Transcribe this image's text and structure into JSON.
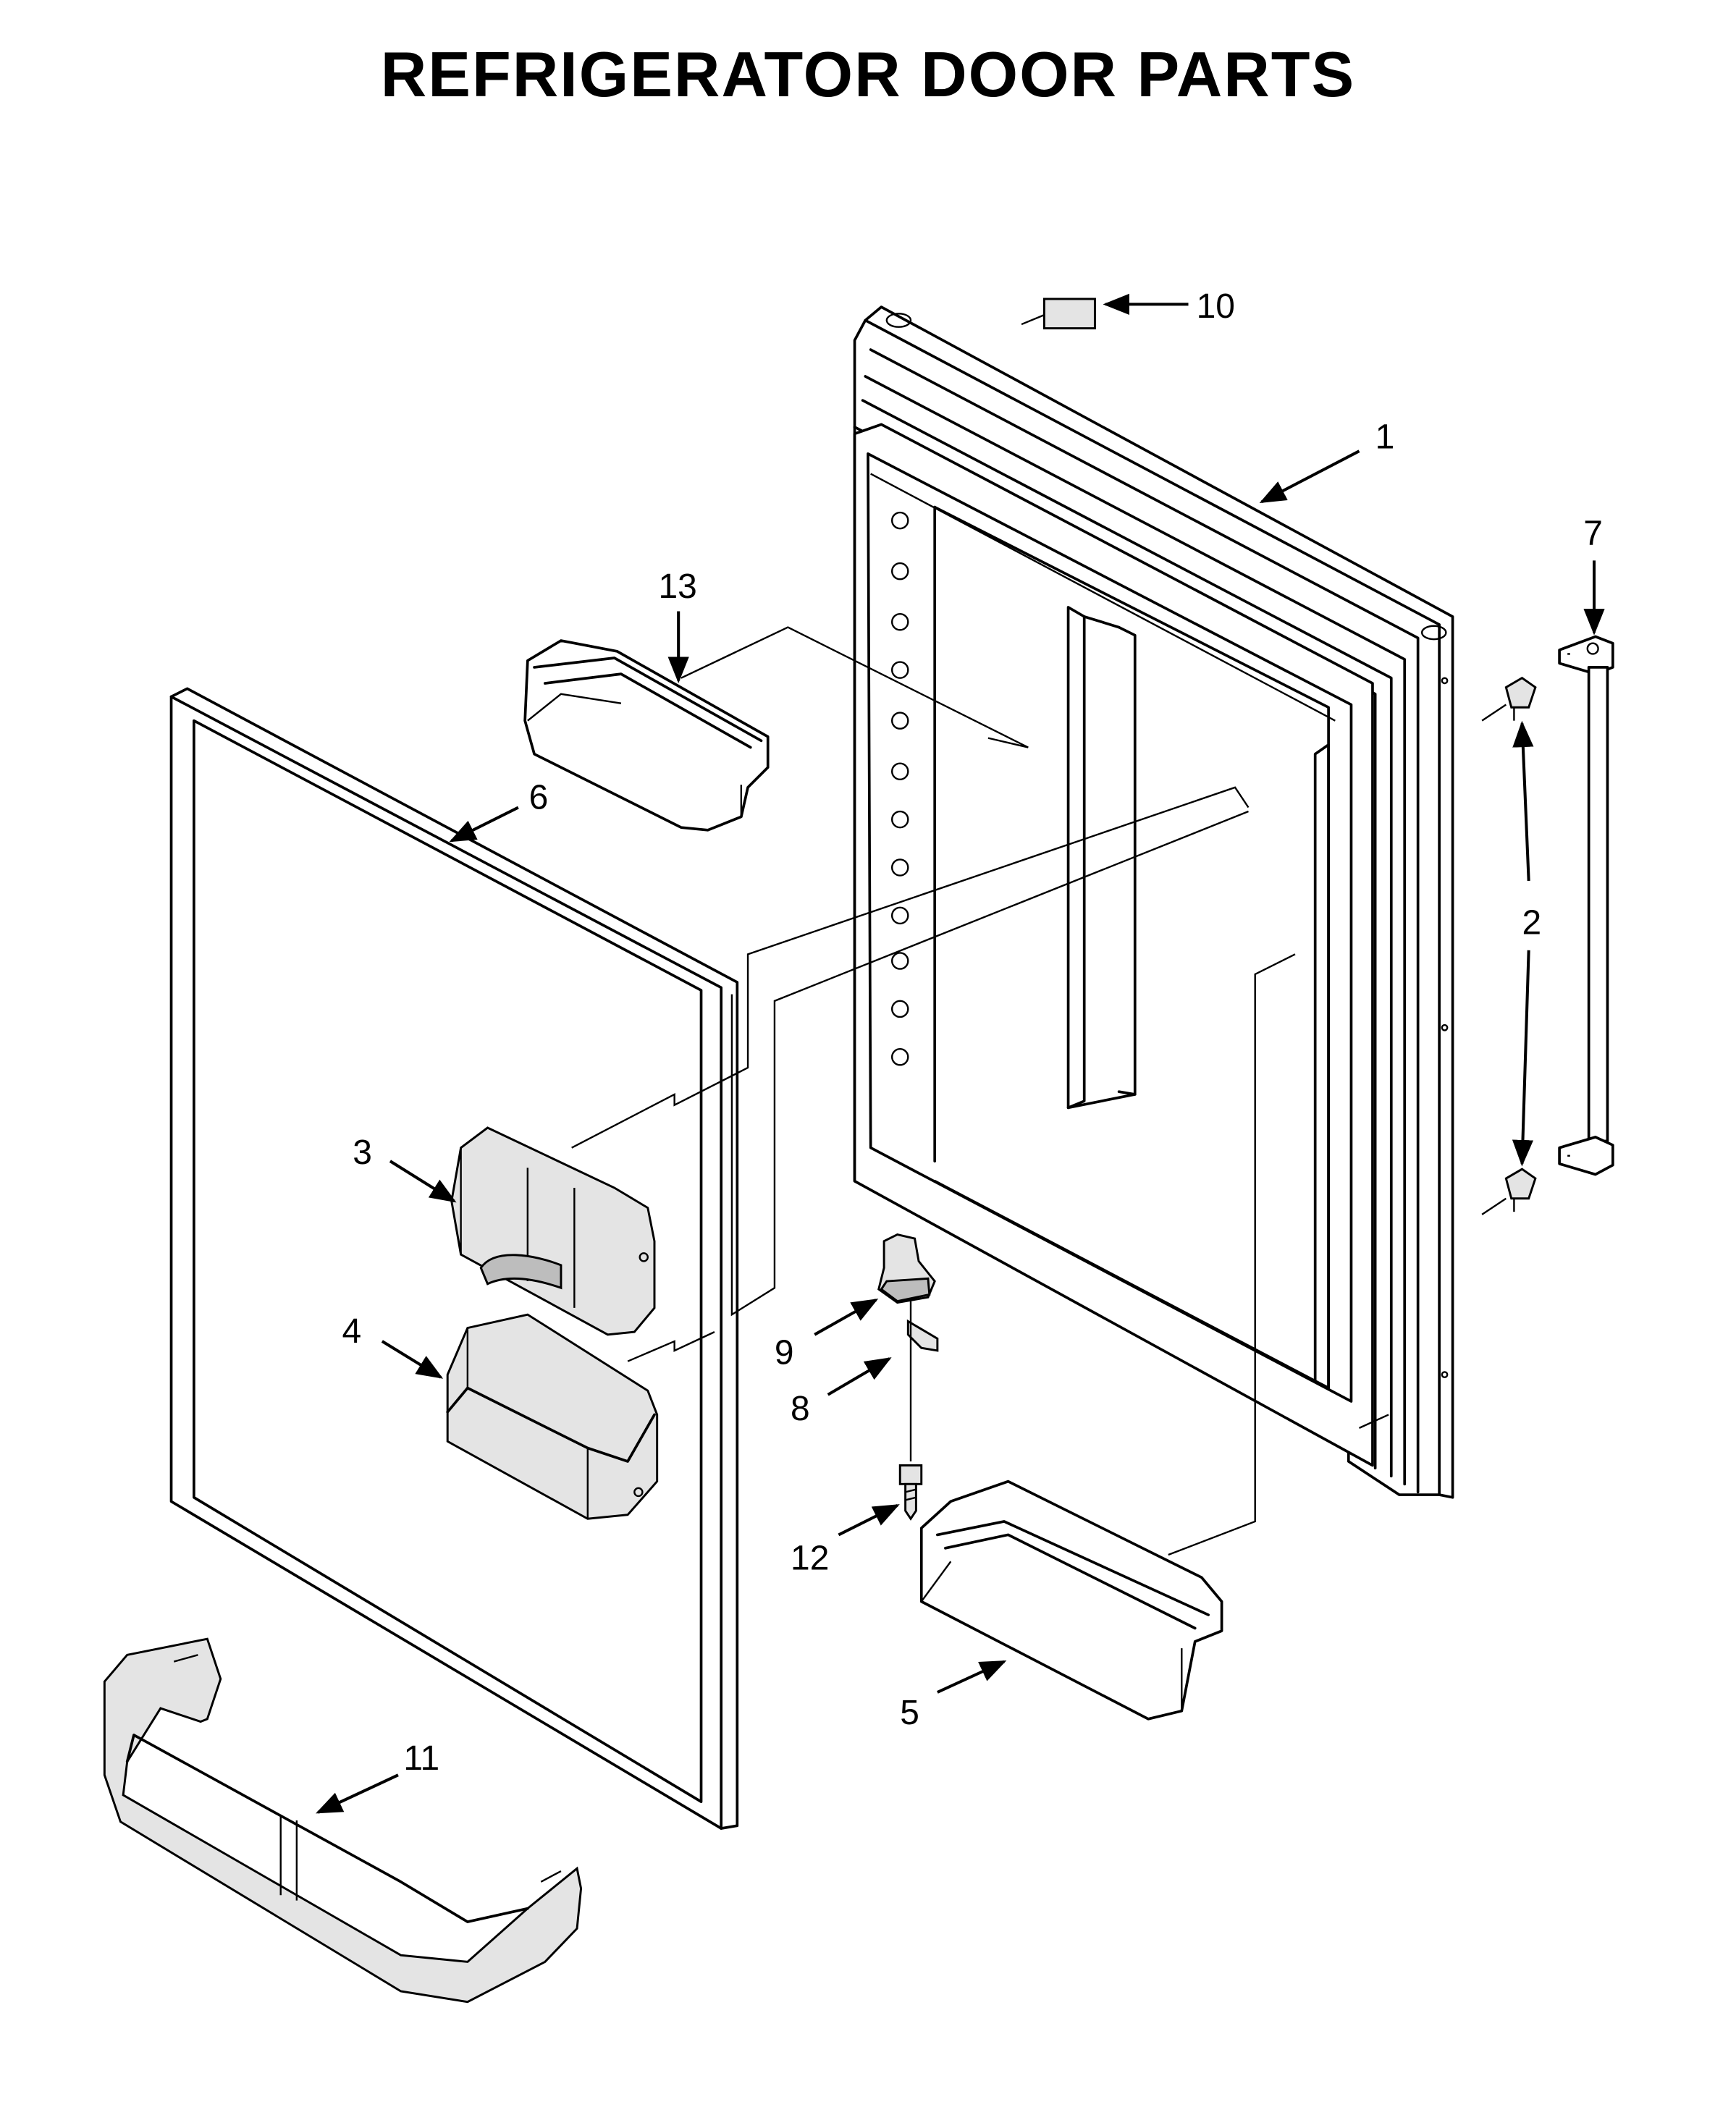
{
  "title": "REFRIGERATOR DOOR PARTS",
  "callouts": {
    "c1": "1",
    "c2": "2",
    "c3": "3",
    "c4": "4",
    "c5": "5",
    "c6": "6",
    "c7": "7",
    "c8": "8",
    "c9": "9",
    "c10": "10",
    "c11": "11",
    "c12": "12",
    "c13": "13"
  }
}
